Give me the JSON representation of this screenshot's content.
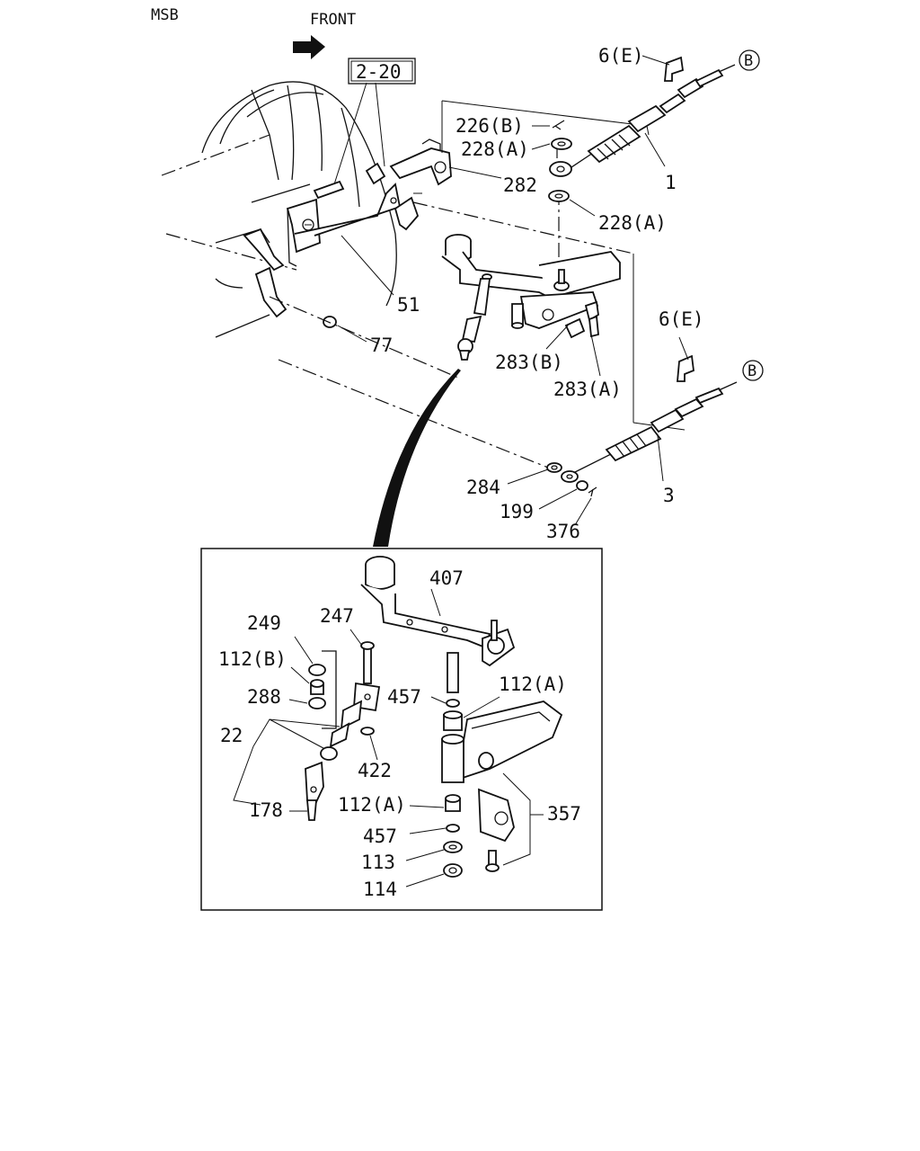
{
  "header": {
    "code": "MSB",
    "front": "FRONT",
    "ref": "2-20"
  },
  "callouts": {
    "l6e_top": "6(E)",
    "b_top": "B",
    "l226b": "226(B)",
    "l228a_1": "228(A)",
    "l282": "282",
    "l1": "1",
    "l228a_2": "228(A)",
    "l51": "51",
    "l77": "77",
    "l6e_mid": "6(E)",
    "b_mid": "B",
    "l283b": "283(B)",
    "l283a": "283(A)",
    "l284": "284",
    "l3": "3",
    "l199": "199",
    "l376": "376"
  },
  "detail": {
    "l407": "407",
    "l249": "249",
    "l247": "247",
    "l112b": "112(B)",
    "l288": "288",
    "l457_1": "457",
    "l112a_1": "112(A)",
    "l22": "22",
    "l422": "422",
    "l178": "178",
    "l112a_2": "112(A)",
    "l357": "357",
    "l457_2": "457",
    "l113": "113",
    "l114": "114"
  }
}
